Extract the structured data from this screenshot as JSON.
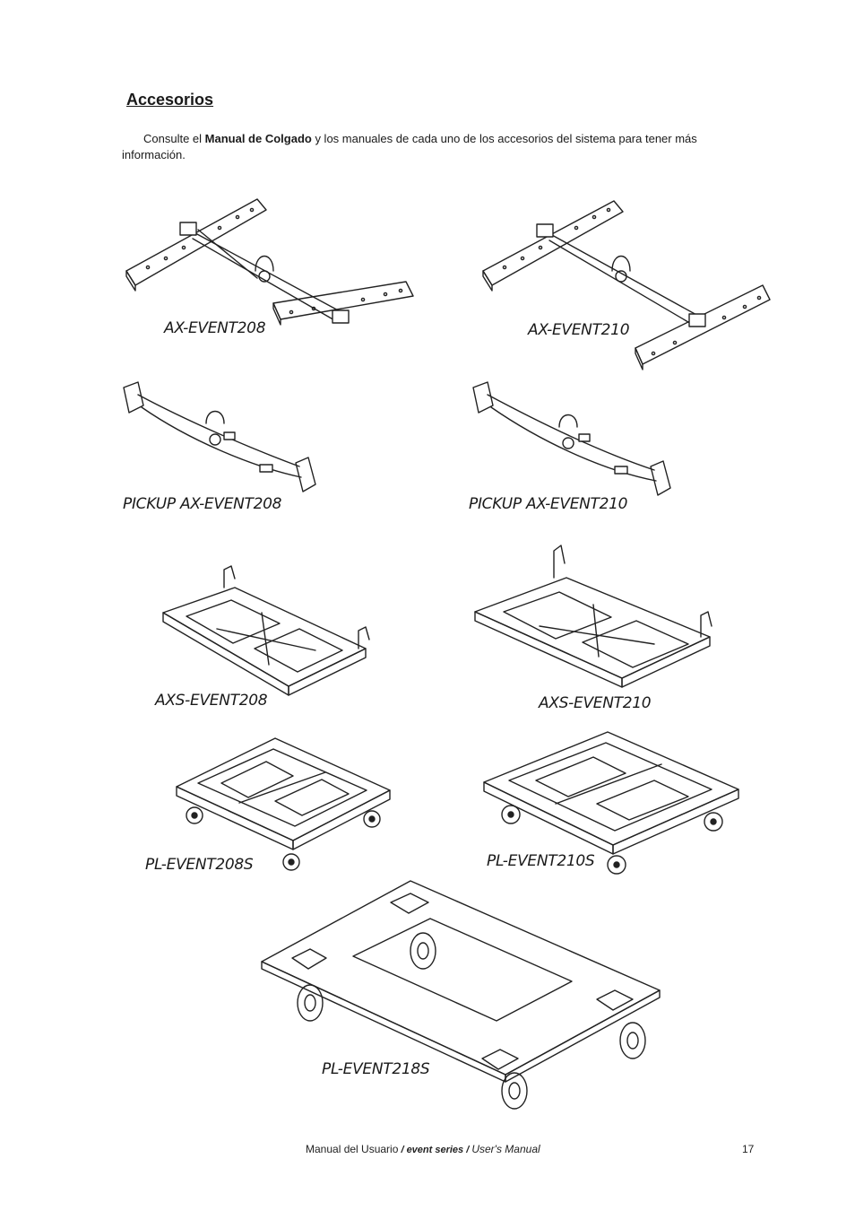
{
  "heading": "Accesorios",
  "intro": {
    "text_before": "Consulte el ",
    "bold": "Manual de Colgado",
    "text_after": " y los manuales de cada uno de los accesorios del sistema para tener más información."
  },
  "accessories": [
    {
      "label": "AX-EVENT208"
    },
    {
      "label": "AX-EVENT210"
    },
    {
      "label": "PICKUP AX-EVENT208"
    },
    {
      "label": "PICKUP AX-EVENT210"
    },
    {
      "label": "AXS-EVENT208"
    },
    {
      "label": "AXS-EVENT210"
    },
    {
      "label": "PL-EVENT208S"
    },
    {
      "label": "PL-EVENT210S"
    },
    {
      "label": "PL-EVENT218S"
    }
  ],
  "footer": {
    "left": "Manual del Usuario",
    "sep1": " / ",
    "series": "event series",
    "sep2": " / ",
    "right": "User's Manual",
    "page_number": "17"
  }
}
